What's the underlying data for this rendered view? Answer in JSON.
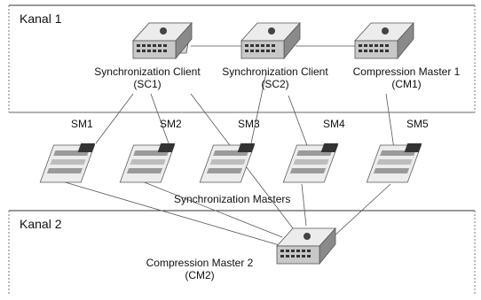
{
  "channels": {
    "kanal1": "Kanal 1",
    "kanal2": "Kanal 2"
  },
  "nodes": {
    "sc1": {
      "name": "Synchronization Client",
      "code": "(SC1)"
    },
    "sc2": {
      "name": "Synchronization Client",
      "code": "(SC2)"
    },
    "cm1": {
      "name": "Compression Master 1",
      "code": "(CM1)"
    },
    "cm2": {
      "name": "Compression Master 2",
      "code": "(CM2)"
    },
    "sm": [
      "SM1",
      "SM2",
      "SM3",
      "SM4",
      "SM5"
    ]
  },
  "group_label": "Synchronization Masters",
  "colors": {
    "line": "#555555",
    "border": "#333333",
    "switch_body": "#d8d8d8",
    "switch_dark": "#6a6a6a",
    "module_body": "#e8e8e8"
  }
}
